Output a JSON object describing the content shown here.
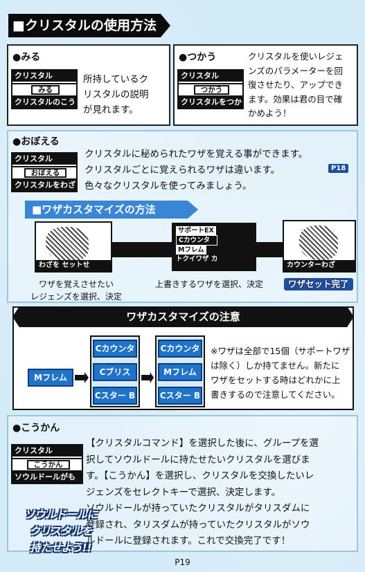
{
  "title": "■クリスタルの使用方法",
  "miru": {
    "label": "●みる",
    "screen": {
      "top": "クリスタル",
      "menu": "みる",
      "bottom": "クリスタルのこう"
    },
    "text": [
      "所持しているク",
      "リスタルの説明",
      "が見れます。"
    ]
  },
  "tsukau": {
    "label": "●つかう",
    "screen": {
      "top": "クリスタル",
      "menu": "つかう",
      "bottom": "クリスタルをつか"
    },
    "text": [
      "クリスタルを使いレジェ",
      "ンズのパラメーターを回",
      "復させたり、アップでき",
      "ます。効果は君の目で確",
      "かめよう！"
    ]
  },
  "oboeru": {
    "label": "●おぼえる",
    "screen": {
      "top": "クリスタル",
      "menu": "おぼえる",
      "bottom": "クリスタルをわざ"
    },
    "text": [
      "クリスタルに秘められたワザを覚える事ができます。",
      "クリスタルごとに覚えられるワザは違います。",
      "色々なクリスタルを使ってみましょう。"
    ],
    "ref": "P18"
  },
  "waza_custom": {
    "title": "■ワザカスタマイズの方法",
    "screen1": {
      "caption": "わざを セットせ"
    },
    "screen2": {
      "rows": [
        "サポートEX",
        "Cカウンタ",
        "Mフレム",
        "トクイワザ",
        "カ"
      ]
    },
    "screen3": {
      "caption": "カウンターわざ"
    },
    "captions": {
      "step1": [
        "ワザを覚えさせたい",
        "レジェンズを選択、決定"
      ],
      "step2": "上書きするワザを選択、決定",
      "step3": "ワザセット完了"
    }
  },
  "notice": {
    "title": "ワザカスタマイズの注意",
    "input": "Mフレム",
    "before": [
      "Cカウンタ",
      "Cブリス",
      "Cスター B"
    ],
    "after": [
      "Cカウンタ",
      "Mフレム",
      "Cスター B"
    ],
    "text": [
      "※ワザは全部で15個（サポートワザ",
      "は除く）しか持てません。新たに",
      "ワザをセットする時はどれかに上",
      "書きするので注意してください。"
    ]
  },
  "koukan": {
    "label": "●こうかん",
    "screen": {
      "top": "クリスタル",
      "menu": "こうかん",
      "bottom": "ソウルドールがも"
    },
    "text": [
      "【クリスタルコマンド】を選択した後に、グループを選",
      "択してソウルドールに持たせたいクリスタルを選びま",
      "す。【こうかん】を選択し、クリスタルを交換したいレ",
      "ジェンズをセレクトキーで選択、決定します。",
      "ソウルドールが持っていたクリスタルがタリスダムに",
      "登録され、タリスダムが持っていたクリスタルがソウ",
      "ルドールに登録されます。これで交換完了です！"
    ],
    "sticker": [
      "ソウルドールに",
      "クリスタルを",
      "持たせよう!!"
    ]
  },
  "page_number": "P19"
}
